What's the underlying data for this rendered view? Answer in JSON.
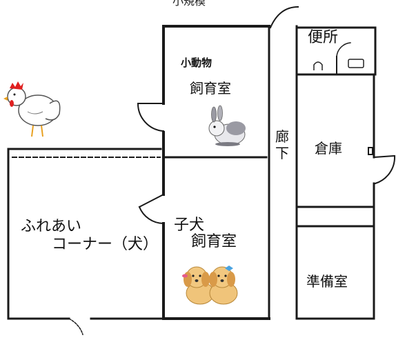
{
  "top_text": "小規模",
  "rooms": {
    "small_animal_label": "小動物",
    "small_animal_room": "飼育室",
    "corridor": "廊下",
    "toilet": "便所",
    "storage": "倉庫",
    "prep_room": "準備室",
    "puppy_label": "子犬",
    "puppy_room": "飼育室",
    "contact_line1": "ふれあい",
    "contact_line2": "コーナー（犬）"
  },
  "icons": [
    "chicken-icon",
    "rabbit-icon",
    "puppies-icon",
    "toilet-icon"
  ],
  "colors": {
    "wall": "#1a1a1a",
    "chicken_comb": "#e02020",
    "rabbit": "#9a9aa3",
    "puppy": "#e8b86a",
    "bow": "#4aa3e0"
  }
}
